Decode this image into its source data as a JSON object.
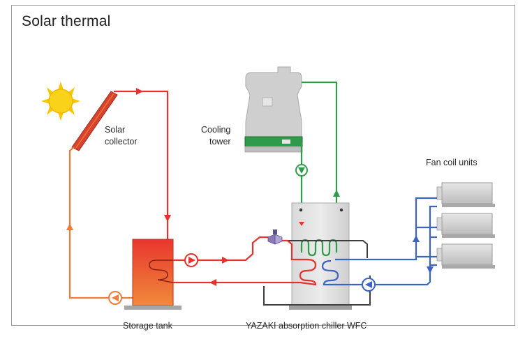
{
  "title": "Solar thermal",
  "labels": {
    "solar_collector_line1": "Solar",
    "solar_collector_line2": "collector",
    "cooling_tower_line1": "Cooling",
    "cooling_tower_line2": "tower",
    "fan_coil_units": "Fan coil units",
    "storage_tank": "Storage tank",
    "chiller": "YAZAKI absorption chiller WFC"
  },
  "colors": {
    "hot_water": "#e8312c",
    "solar_loop": "#f07b3a",
    "cooling_water": "#2f9a4a",
    "chilled_water": "#3a63c4",
    "sun": "#f7c600",
    "tank": "#e94e3b",
    "equipment_grey": "#c9c9c9"
  },
  "icons": [
    "sun-icon",
    "pump-icon",
    "valve-icon",
    "arrow-icon"
  ]
}
